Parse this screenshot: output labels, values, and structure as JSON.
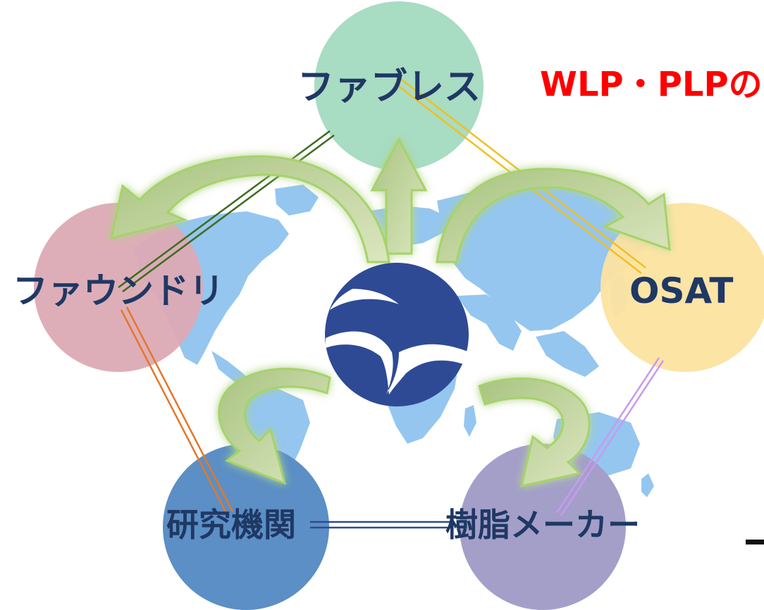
{
  "headline": "WLP・PLPの",
  "nodes": {
    "fabless": {
      "label": "ファブレス",
      "color": "#a8dcc3"
    },
    "foundry": {
      "label": "ファウンドリ",
      "color": "#dcaab4"
    },
    "osat": {
      "label": "OSAT",
      "color": "#fce3a0"
    },
    "research": {
      "label": "研究機関",
      "color": "#5b8fc5"
    },
    "resin_maker": {
      "label": "樹脂メーカー",
      "color": "#a39fc9"
    }
  },
  "colors": {
    "label_text": "#1f3864",
    "headline_text": "#ff0000",
    "hub_logo": "#2e4a95",
    "map_land": "#8fc3ef",
    "arrow_fill": "#c7dba0",
    "arrow_glow": "#a5d36a",
    "link_fabless_foundry": "#3d6b1f",
    "link_fabless_osat": "#f0c020",
    "link_foundry_research": "#e3772a",
    "link_osat_resin": "#c79af0",
    "link_research_resin": "#2e4a95"
  },
  "icons": {
    "hub": "company-logo-icon",
    "background": "world-map"
  }
}
